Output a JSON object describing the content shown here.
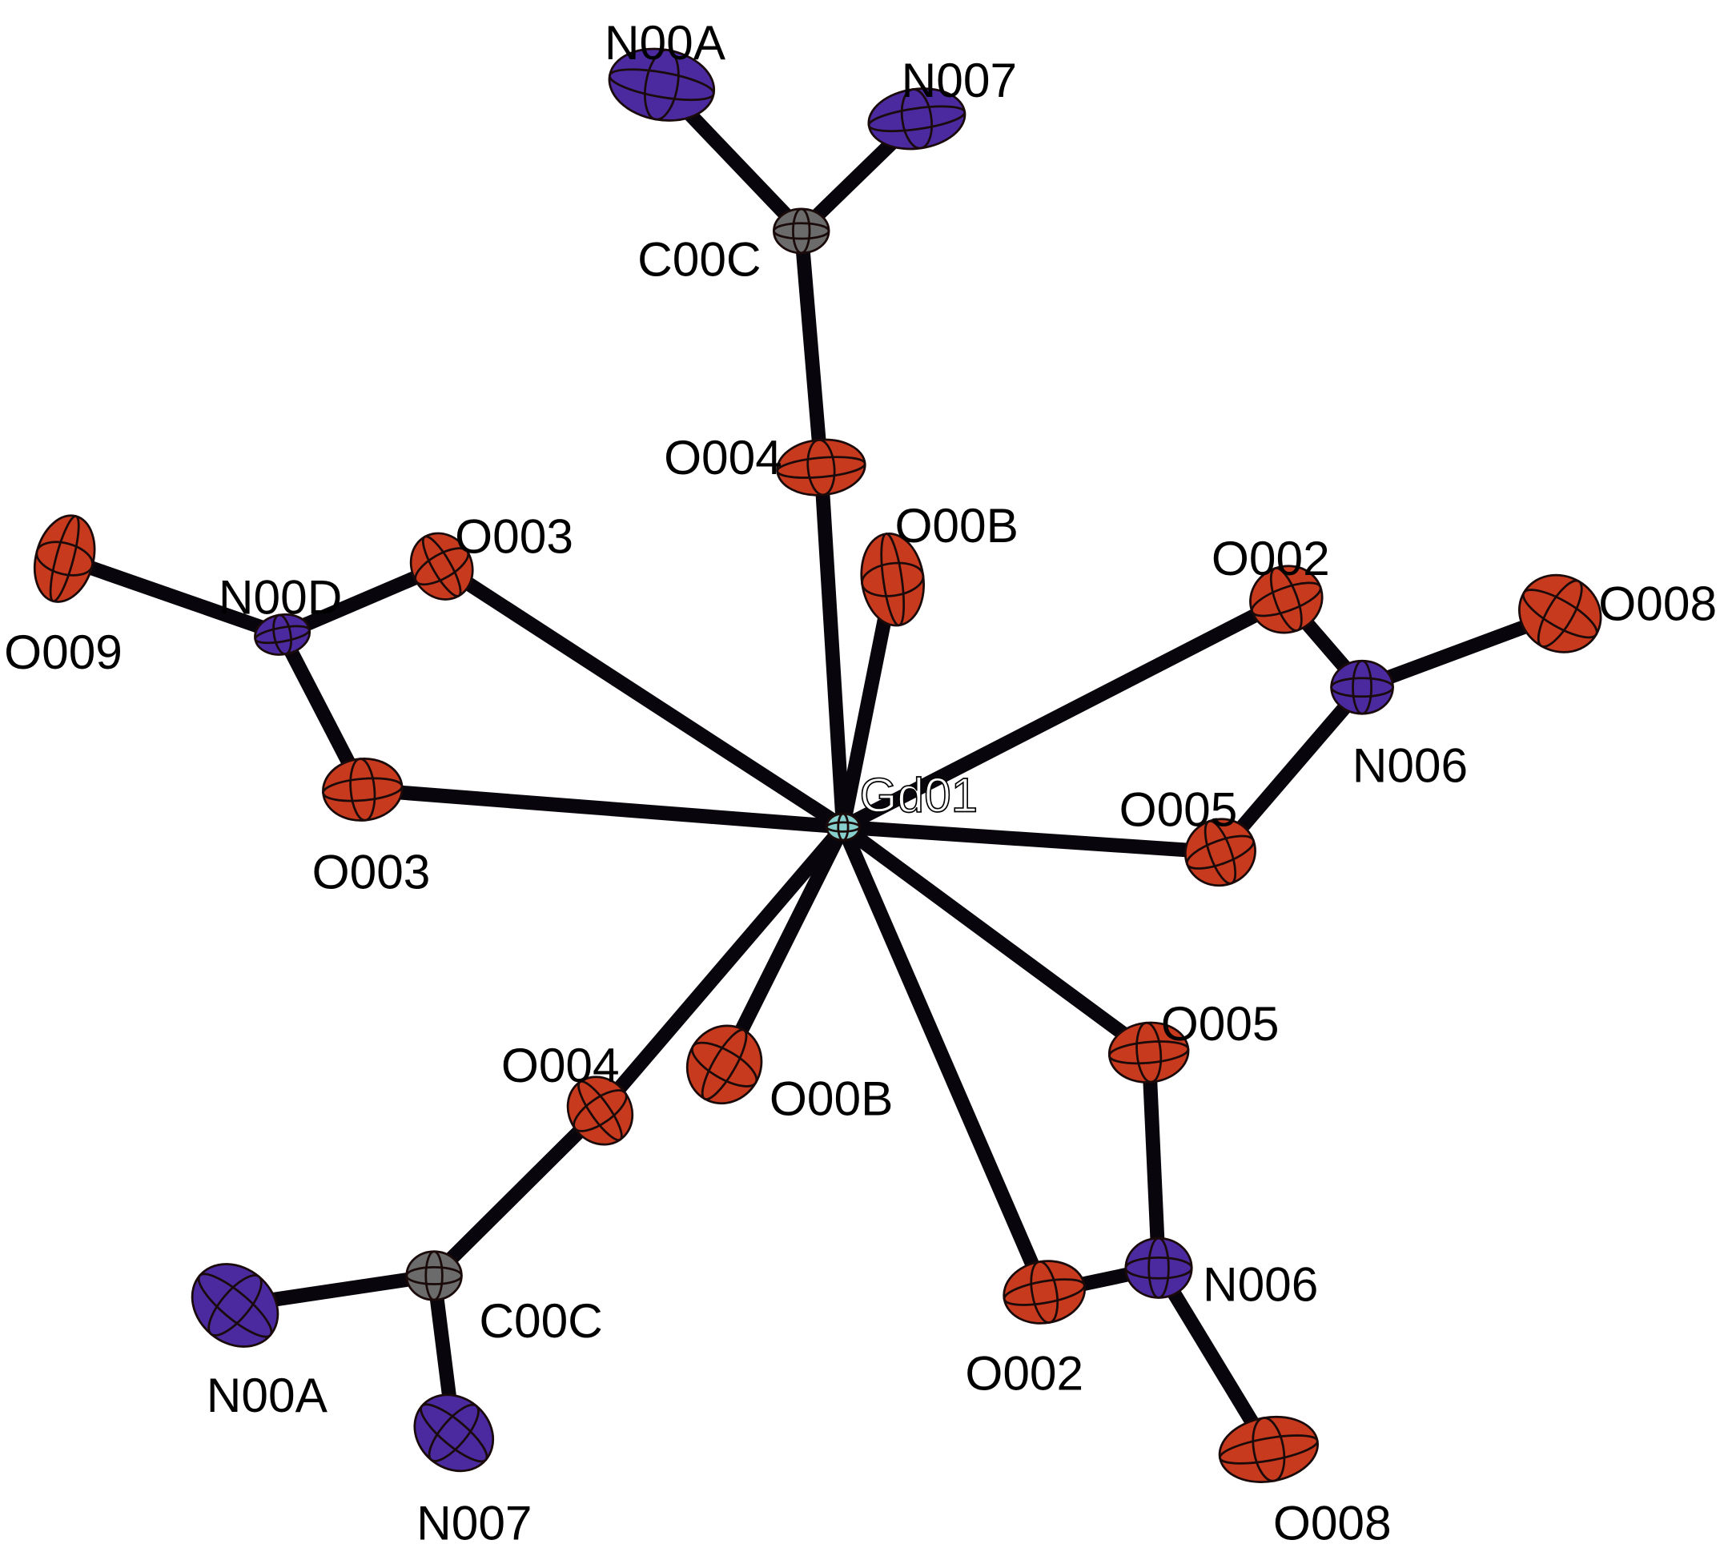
{
  "title": "Gd01 coordination environment (ORTEP)",
  "colors": {
    "O": "#c83a1e",
    "N": "#4a2a9e",
    "C": "#6b6b6b",
    "Gd": "#86cfcc",
    "bond": "#08060c"
  },
  "atoms": [
    {
      "label": "Gd01",
      "el": "Gd"
    },
    {
      "label": "C00C",
      "el": "C"
    },
    {
      "label": "N00A",
      "el": "N"
    },
    {
      "label": "N007",
      "el": "N"
    },
    {
      "label": "O004",
      "el": "O"
    },
    {
      "label": "O00B",
      "el": "O"
    },
    {
      "label": "O003",
      "el": "O"
    },
    {
      "label": "N00D",
      "el": "N"
    },
    {
      "label": "O009",
      "el": "O"
    },
    {
      "label": "O003",
      "el": "O"
    },
    {
      "label": "O002",
      "el": "O"
    },
    {
      "label": "N006",
      "el": "N"
    },
    {
      "label": "O008",
      "el": "O"
    },
    {
      "label": "O005",
      "el": "O"
    },
    {
      "label": "O004",
      "el": "O"
    },
    {
      "label": "C00C",
      "el": "C"
    },
    {
      "label": "N00A",
      "el": "N"
    },
    {
      "label": "N007",
      "el": "N"
    },
    {
      "label": "O00B",
      "el": "O"
    },
    {
      "label": "O005",
      "el": "O"
    },
    {
      "label": "O002",
      "el": "O"
    },
    {
      "label": "N006",
      "el": "N"
    },
    {
      "label": "O008",
      "el": "O"
    }
  ],
  "bonds": [
    [
      0,
      4
    ],
    [
      0,
      5
    ],
    [
      0,
      6
    ],
    [
      0,
      9
    ],
    [
      0,
      10
    ],
    [
      0,
      13
    ],
    [
      0,
      14
    ],
    [
      0,
      18
    ],
    [
      0,
      20
    ],
    [
      0,
      19
    ],
    [
      1,
      2
    ],
    [
      1,
      3
    ],
    [
      1,
      4
    ],
    [
      7,
      8
    ],
    [
      7,
      6
    ],
    [
      7,
      9
    ],
    [
      11,
      10
    ],
    [
      11,
      12
    ],
    [
      11,
      13
    ],
    [
      15,
      14
    ],
    [
      15,
      16
    ],
    [
      15,
      17
    ],
    [
      21,
      19
    ],
    [
      21,
      20
    ],
    [
      21,
      22
    ]
  ]
}
